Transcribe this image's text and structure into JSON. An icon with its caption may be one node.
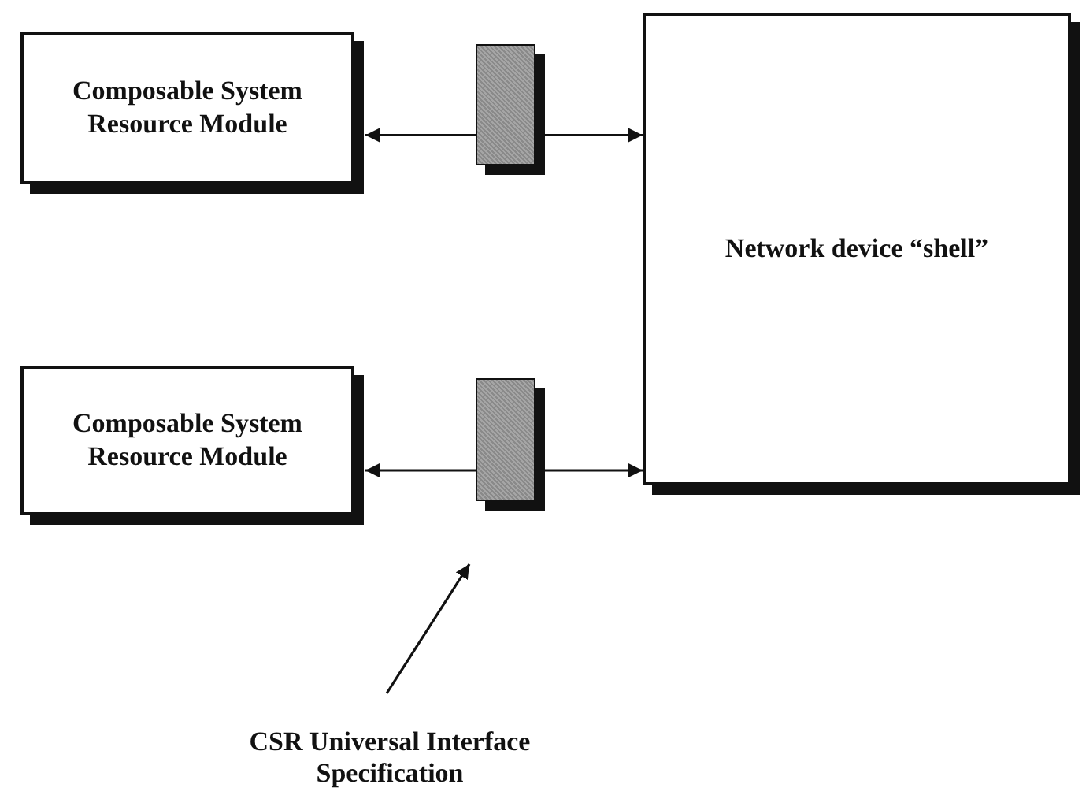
{
  "diagram": {
    "nodes": [
      {
        "text": [
          "Composable System Resource Module"
        ]
      },
      {
        "text": [
          "Composable System Resource Module"
        ]
      },
      {
        "text": [
          "Network device “shell”"
        ]
      },
      {
        "text": [],
        "shape": "box"
      },
      {
        "text": [],
        "shape": "box"
      },
      {
        "text": [
          "CSR Universal Interface Specification"
        ]
      }
    ],
    "edges": [
      {
        "from": 3,
        "to": 0,
        "arrow": "to"
      },
      {
        "from": 3,
        "to": 2,
        "arrow": "to"
      },
      {
        "from": 4,
        "to": 1,
        "arrow": "to"
      },
      {
        "from": 4,
        "to": 2,
        "arrow": "to"
      },
      {
        "from": 5,
        "to": 4,
        "arrow": "to"
      }
    ]
  }
}
